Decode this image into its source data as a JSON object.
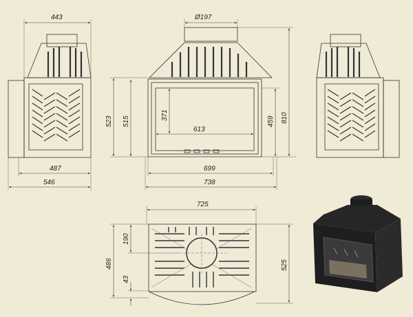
{
  "side_view_left": {
    "width_top": "443",
    "depth": "487",
    "depth_total": "546"
  },
  "front_view": {
    "flue_diameter": "Ø197",
    "height_body": "523",
    "height_door": "515",
    "glass_height": "371",
    "glass_width": "613",
    "height_to_door_top": "459",
    "height_total": "810",
    "door_width": "699",
    "width_total": "738"
  },
  "top_view": {
    "width": "725",
    "flue_offset": "190",
    "depth": "486",
    "front_offset": "43",
    "depth_total": "525"
  },
  "colors": {
    "background": "#efebd6",
    "line": "#333333",
    "render": "#1e1e1e"
  }
}
